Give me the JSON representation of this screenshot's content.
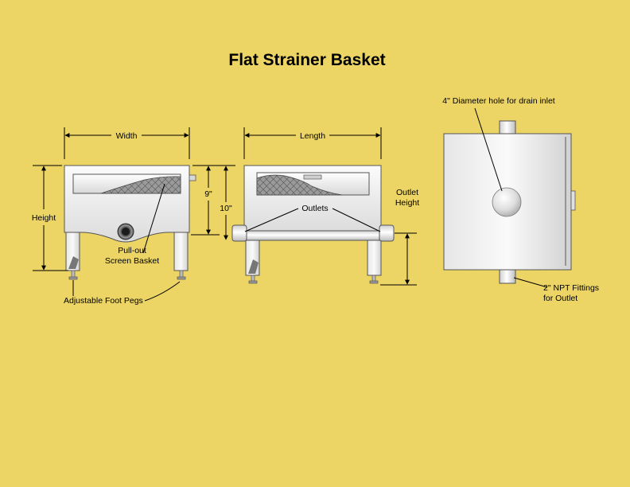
{
  "title": "Flat Strainer Basket",
  "labels": {
    "width": "Width",
    "length": "Length",
    "height": "Height",
    "nine_in": "9\"",
    "ten_in": "10\"",
    "outlet_height_1": "Outlet",
    "outlet_height_2": "Height",
    "outlets": "Outlets",
    "pullout_1": "Pull-out",
    "pullout_2": "Screen Basket",
    "foot_pegs": "Adjustable Foot Pegs",
    "drain_hole": "4\" Diameter hole for drain inlet",
    "npt_1": "2\" NPT Fittings",
    "npt_2": "for Outlet"
  },
  "colors": {
    "background": "#ecd564",
    "steel_light": "#f4f4f4",
    "steel_dark": "#a8a8a8",
    "line": "#000000"
  }
}
